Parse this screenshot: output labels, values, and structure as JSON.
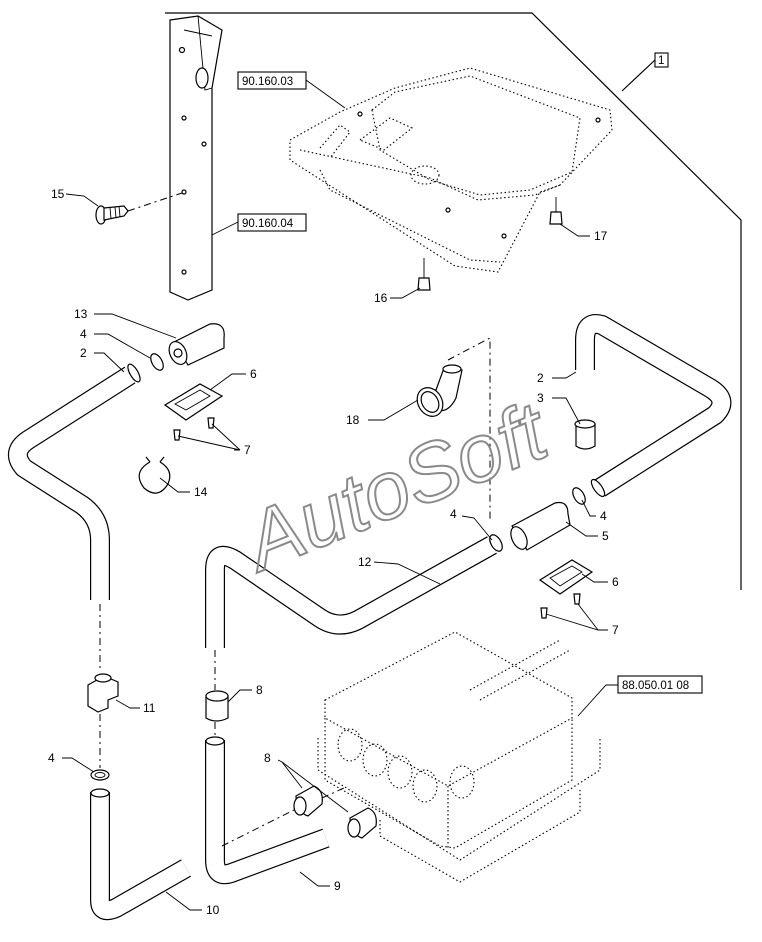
{
  "watermark": "AutoSoft",
  "group_label": "1",
  "references": {
    "seat": "90.160.03",
    "post": "90.160.04",
    "heater": "88.050.01 08"
  },
  "callouts": {
    "c15": "15",
    "c13": "13",
    "c4a": "4",
    "c2a": "2",
    "c6a": "6",
    "c7a": "7",
    "c14": "14",
    "c18": "18",
    "c2b": "2",
    "c3": "3",
    "c4b": "4",
    "c4c": "4",
    "c5": "5",
    "c12": "12",
    "c6b": "6",
    "c7b": "7",
    "c11": "11",
    "c8a": "8",
    "c4d": "4",
    "c8b": "8",
    "c9": "9",
    "c10": "10",
    "c16": "16",
    "c17": "17"
  }
}
